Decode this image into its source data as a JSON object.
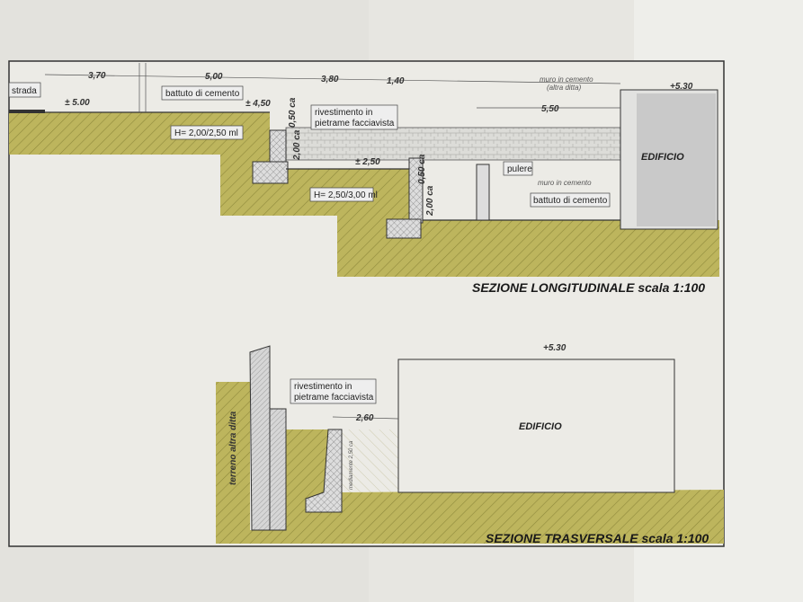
{
  "longitudinal": {
    "title": "SEZIONE LONGITUDINALE scala 1:100",
    "dimensions": [
      "3,70",
      "5,00",
      "3,80",
      "1,40",
      "5,50"
    ],
    "levels": {
      "road": "± 5.00",
      "upper": "± 4,50",
      "middle": "± 2,50",
      "building": "+5.30"
    },
    "labels": {
      "strada": "strada",
      "battuto_top": "battuto di cemento",
      "rivestimento_line1": "rivestimento in",
      "rivestimento_line2": "pietrame facciavista",
      "wall1_height": "H= 2,00/2,50 ml",
      "wall2_height": "H= 2,50/3,00 ml",
      "pulere": "pulere",
      "battuto_bottom": "battuto di cemento",
      "edificio": "EDIFICIO",
      "muro_altra_ditta_line1": "muro in cemento",
      "muro_altra_ditta_line2": "(altra ditta)",
      "muro_cemento": "muro in cemento",
      "vert_050_a": "0,50 ca",
      "vert_200_a": "2,00 ca",
      "vert_050_b": "0,50 ca",
      "vert_200_b": "2,00 ca"
    }
  },
  "transversal": {
    "title": "SEZIONE TRASVERSALE scala 1:100",
    "labels": {
      "rivestimento_line1": "rivestimento in",
      "rivestimento_line2": "pietrame facciavista",
      "terreno": "terreno altra ditta",
      "dimension": "2,60",
      "mediamente": "mediamente 2,50 ca",
      "edificio": "EDIFICIO",
      "level": "+5.30"
    }
  },
  "colors": {
    "ground": "#b8b25a",
    "paper": "#ecebe6",
    "building": "#c9c9c9"
  }
}
